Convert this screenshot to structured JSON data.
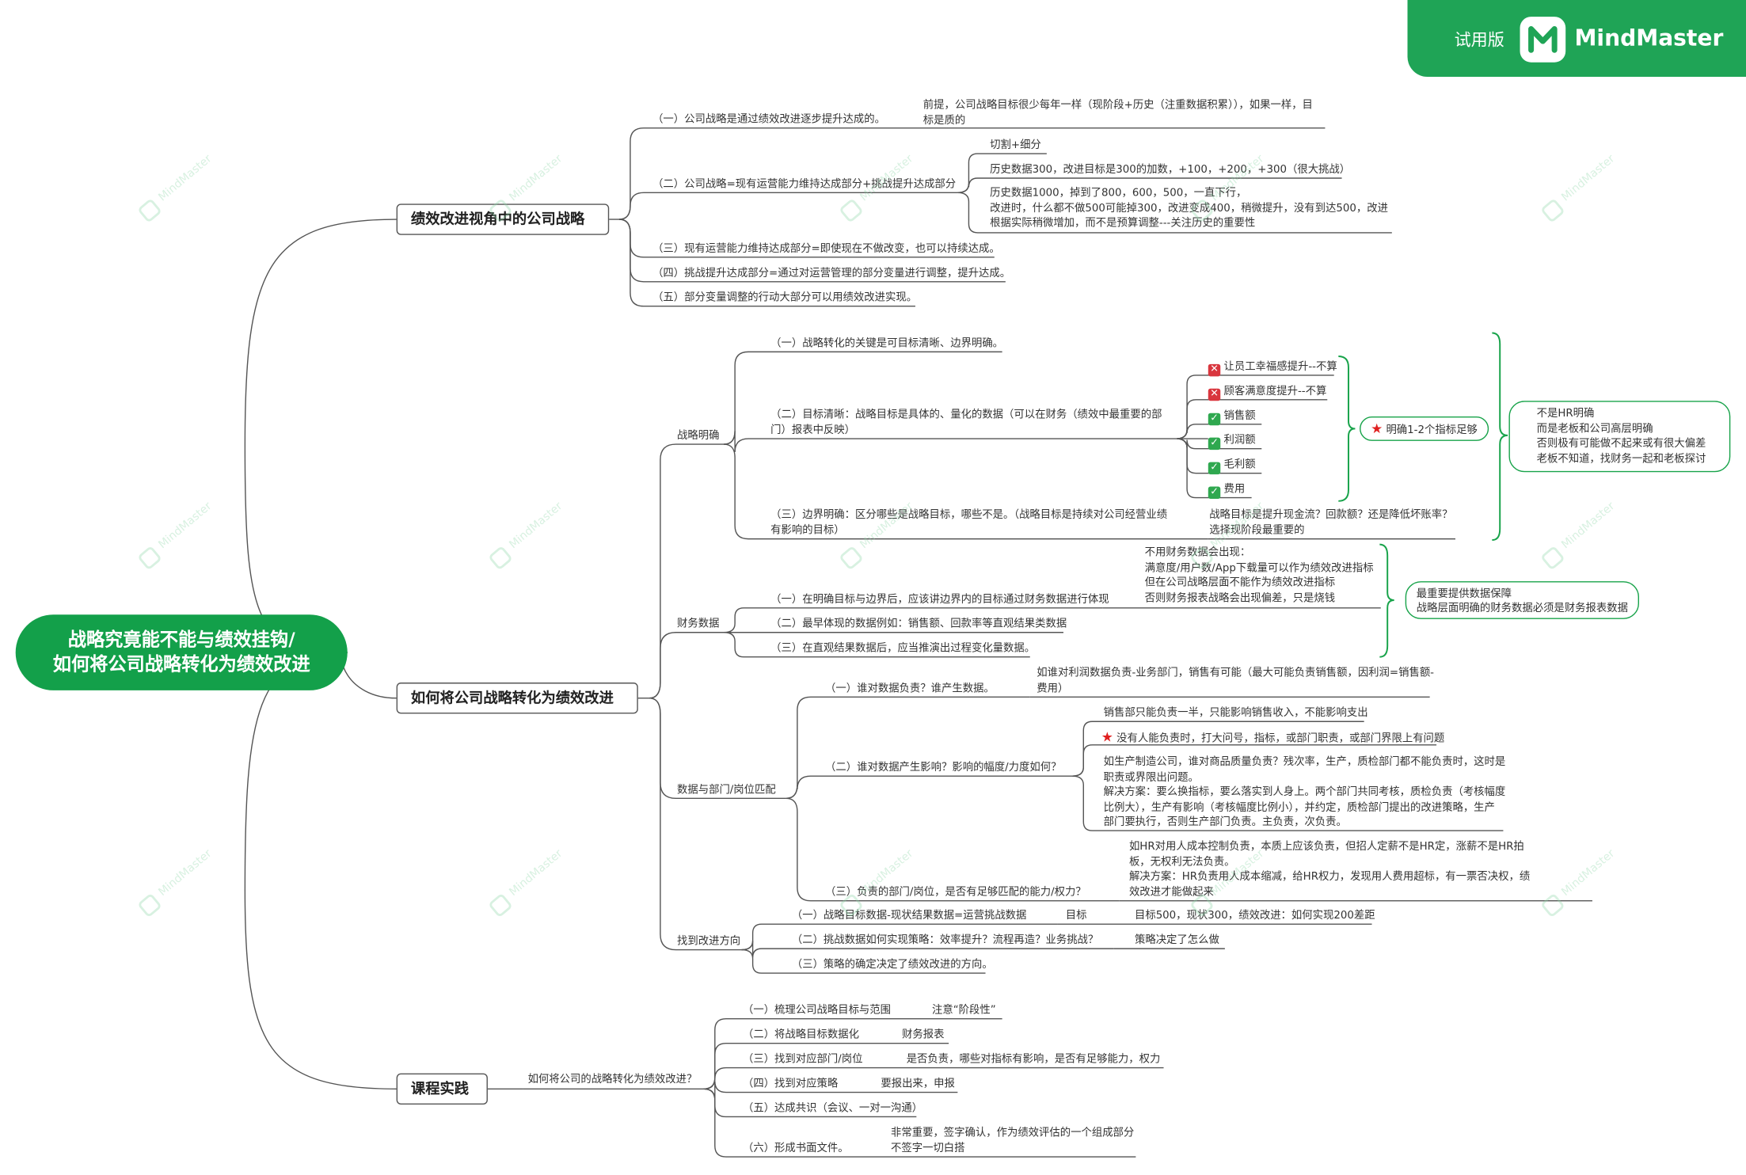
{
  "badge": {
    "trial": "试用版",
    "brand": "MindMaster",
    "logo_icon": "mindmaster-logo-icon"
  },
  "watermark": "MindMaster",
  "colors": {
    "root": "#13a04a",
    "badge": "#1fa456",
    "bracket": "#18a34a",
    "line": "#555555",
    "cross": "#d9363e",
    "check": "#2fa84f",
    "star": "#e02020"
  },
  "root": {
    "line1": "战略究竟能不能与绩效挂钩/",
    "line2": "如何将公司战略转化为绩效改进"
  },
  "b1": {
    "title": "绩效改进视角中的公司战略",
    "i1": "（一）公司战略是通过绩效改进逐步提升达成的。",
    "i1_note": "前提，公司战略目标很少每年一样（现阶段+历史（注重数据积累）），如果一样，目\n标是质的",
    "i2": "（二）公司战略=现有运营能力维持达成部分+挑战提升达成部分",
    "i2_sub1": "切割+细分",
    "i2_sub2": "历史数据300，改进目标是300的加数，+100，+200，+300（很大挑战）",
    "i2_sub3": "历史数据1000，掉到了800，600，500，一直下行，\n改进时，什么都不做500可能掉300，改进变成400，稍微提升，没有到达500，改进\n根据实际稍微增加，而不是预算调整---关注历史的重要性",
    "i3": "（三）现有运营能力维持达成部分=即使现在不做改变，也可以持续达成。",
    "i4": "（四）挑战提升达成部分=通过对运营管理的部分变量进行调整，提升达成。",
    "i5": "（五）部分变量调整的行动大部分可以用绩效改进实现。"
  },
  "b2": {
    "title": "如何将公司战略转化为绩效改进",
    "g1": {
      "label": "战略明确",
      "i1": "（一）战略转化的关键是可目标清晰、边界明确。",
      "i2": "（二）目标清晰：战略目标是具体的、量化的数据（可以在财务（绩效中最重要的部\n门）报表中反映）",
      "checks": [
        {
          "mark": "cross",
          "text": "让员工幸福感提升--不算"
        },
        {
          "mark": "cross",
          "text": "顾客满意度提升--不算"
        },
        {
          "mark": "check",
          "text": "销售额"
        },
        {
          "mark": "check",
          "text": "利润额"
        },
        {
          "mark": "check",
          "text": "毛利额"
        },
        {
          "mark": "check",
          "text": "费用"
        }
      ],
      "summary": "明确1-2个指标足够",
      "i3": "（三）边界明确：区分哪些是战略目标，哪些不是。（战略目标是持续对公司经营业绩\n有影响的目标）",
      "i3_note": "战略目标是提升现金流？回款额？还是降低坏账率？\n选择现阶段最重要的",
      "big_note": "不是HR明确\n而是老板和公司高层明确\n否则极有可能做不起来或有很大偏差\n老板不知道，找财务一起和老板探讨"
    },
    "g2": {
      "label": "财务数据",
      "i1": "（一）在明确目标与边界后，应该讲边界内的目标通过财务数据进行体现",
      "i1_note": "不用财务数据会出现：\n满意度/用户数/App下载量可以作为绩效改进指标\n但在公司战略层面不能作为绩效改进指标\n否则财务报表战略会出现偏差，只是烧钱",
      "i2": "（二）最早体现的数据例如：销售额、回款率等直观结果类数据",
      "i3": "（三）在直观结果数据后，应当推演出过程变化量数据。",
      "note": "最重要提供数据保障\n战略层面明确的财务数据必须是财务报表数据"
    },
    "g3": {
      "label": "数据与部门/岗位匹配",
      "i1": "（一）谁对数据负责？谁产生数据。",
      "i1_note": "如谁对利润数据负责-业务部门，销售有可能（最大可能负责销售额，因利润=销售额-\n费用）",
      "i2": "（二）谁对数据产生影响？影响的幅度/力度如何？",
      "i2_sub1": "销售部只能负责一半，只能影响销售收入，不能影响支出",
      "i2_sub2": "没有人能负责时，打大问号，指标，或部门职责，或部门界限上有问题",
      "i2_sub3": "如生产制造公司，谁对商品质量负责？残次率，生产，质检部门都不能负责时，这时是\n职责或界限出问题。\n解决方案：要么换指标，要么落实到人身上。两个部门共同考核，质检负责（考核幅度\n比例大），生产有影响（考核幅度比例小），并约定，质检部门提出的改进策略，生产\n部门要执行，否则生产部门负责。主负责，次负责。",
      "i3": "（三）负责的部门/岗位，是否有足够匹配的能力/权力？",
      "i3_note": "如HR对用人成本控制负责，本质上应该负责，但招人定薪不是HR定，涨薪不是HR拍\n板，无权利无法负责。\n解决方案：HR负责用人成本缩减，给HR权力，发现用人费用超标，有一票否决权，绩\n效改进才能做起来"
    },
    "g4": {
      "label": "找到改进方向",
      "i1": "（一）战略目标数据-现状结果数据=运营挑战数据",
      "i1_note1": "目标",
      "i1_note2": "目标500，现状300，绩效改进：如何实现200差距",
      "i2": "（二）挑战数据如何实现策略：效率提升？流程再造？业务挑战？",
      "i2_note": "策略决定了怎么做",
      "i3": "（三）策略的确定决定了绩效改进的方向。"
    }
  },
  "b3": {
    "title": "课程实践",
    "question": "如何将公司的战略转化为绩效改进？",
    "i1": "（一）梳理公司战略目标与范围",
    "i1_note": "注意“阶段性”",
    "i2": "（二）将战略目标数据化",
    "i2_note": "财务报表",
    "i3": "（三）找到对应部门/岗位",
    "i3_note": "是否负责，哪些对指标有影响，是否有足够能力，权力",
    "i4": "（四）找到对应策略",
    "i4_note": "要报出来，申报",
    "i5": "（五）达成共识（会议、一对一沟通）",
    "i6": "（六）形成书面文件。",
    "i6_note": "非常重要，签字确认，作为绩效评估的一个组成部分\n不签字一切白搭"
  }
}
